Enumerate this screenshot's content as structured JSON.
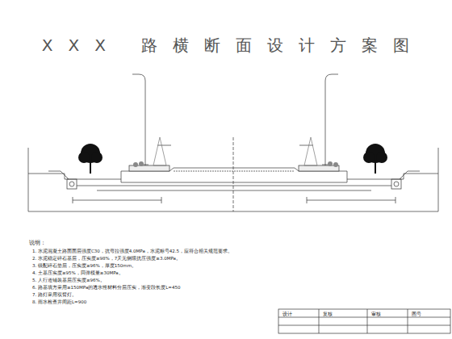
{
  "diagram": {
    "title": "XXX 路横断面设计方案图",
    "labels": [
      "说明：",
      "1. 水泥混凝土路面面层强度C30，抗弯拉强度4.0MPa，水泥标号42.5，应符合相关规范要求。",
      "2. 水泥稳定碎石基层，压实度≥98%，7天无侧限抗压强度≥3.0MPa。",
      "3. 级配碎石垫层，压实度≥96%，厚度150mm。",
      "4. 土基压实度≥95%，回弹模量≥30MPa。",
      "5. 人行道铺装基层压实度≥96%。",
      "6. 路基填方采用≥150MPa的透水性材料分层压实，渐变段长度L=450",
      "7. 路灯采用双臂灯。",
      "8. 雨水检查井间距L=900",
      "设计",
      "复核",
      "审核",
      "图号"
    ]
  }
}
